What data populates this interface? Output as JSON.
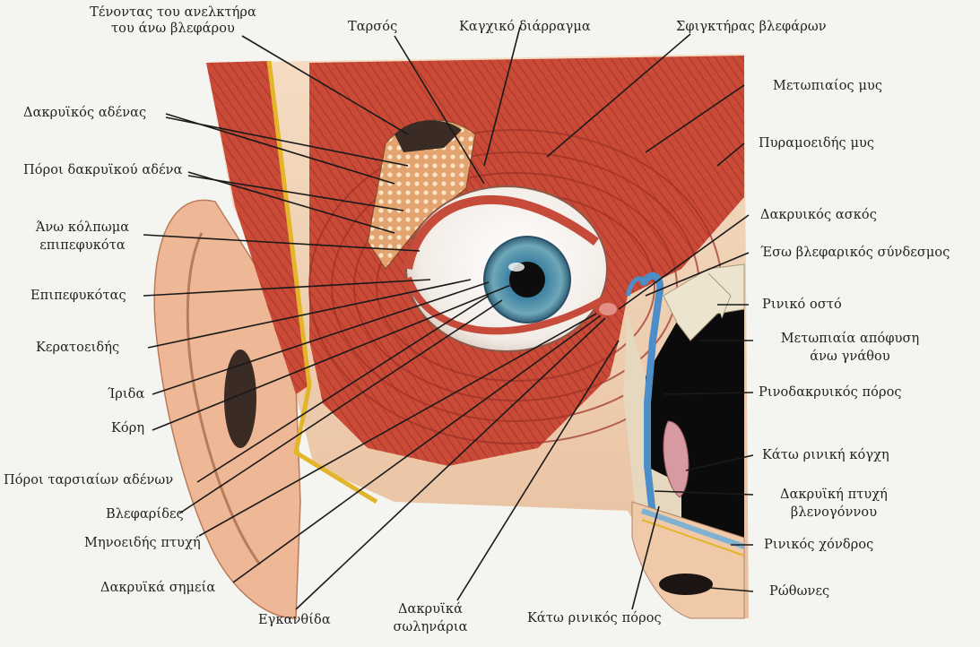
{
  "labels": {
    "levator_tendon_line1": "Τένοντας του ανελκτήρα",
    "levator_tendon_line2": "του άνω βλεφάρου",
    "tarsus": "Ταρσός",
    "canthal_fissure": "Καγχικό διάρραγμα",
    "orbicularis": "Σφιγκτήρας βλεφάρων",
    "frontalis": "Μετωπιαίος μυς",
    "procerus": "Πυραμοειδής μυς",
    "lacrimal_sac": "Δακρυικός ασκός",
    "medial_palpebral_ligament": "Έσω βλεφαρικός σύνδεσμος",
    "nasal_bone": "Ρινικό οστό",
    "maxilla_frontal_process_line1": "Μετωπιαία απόφυση",
    "maxilla_frontal_process_line2": "άνω γνάθου",
    "nasolacrimal_duct": "Ρινοδακρυικός πόρος",
    "inferior_concha": "Κάτω ρινική κόγχη",
    "lacrimal_fold_line1": "Δακρυϊκή πτυχή",
    "lacrimal_fold_line2": "βλενογόννου",
    "nasal_cartilage": "Ρινικός χόνδρος",
    "nostrils": "Ρώθωνες",
    "inferior_meatus": "Κάτω ρινικός πόρος",
    "lacrimal_canaliculi_line1": "Δακρυϊκά",
    "lacrimal_canaliculi_line2": "σωληνάρια",
    "caruncle": "Εγκανθίδα",
    "lacrimal_puncta": "Δακρυϊκά σημεία",
    "plica_semilunaris": "Μηνοειδής πτυχή",
    "eyelashes": "Βλεφαρίδες",
    "tarsal_gland_ducts": "Πόροι ταρσιαίων αδένων",
    "pupil": "Κόρη",
    "iris": "Ίριδα",
    "cornea": "Κερατοειδής",
    "conjunctiva": "Επιπεφυκότας",
    "upper_fornix_line1": "Άνω κόλπωμα",
    "upper_fornix_line2": "επιπεφυκότα",
    "lacrimal_gland_ducts": "Πόροι δακρυϊκού αδένα",
    "lacrimal_gland": "Δακρυϊκός αδένας"
  },
  "colors": {
    "background": "#f4f4f1",
    "muscle": "#c94a38",
    "skin": "#f0cfb0",
    "bone": "#e9e2cf",
    "duct": "#4d8ec9",
    "iris": "#4f8fa5",
    "leader_line": "#1a1a1a"
  }
}
